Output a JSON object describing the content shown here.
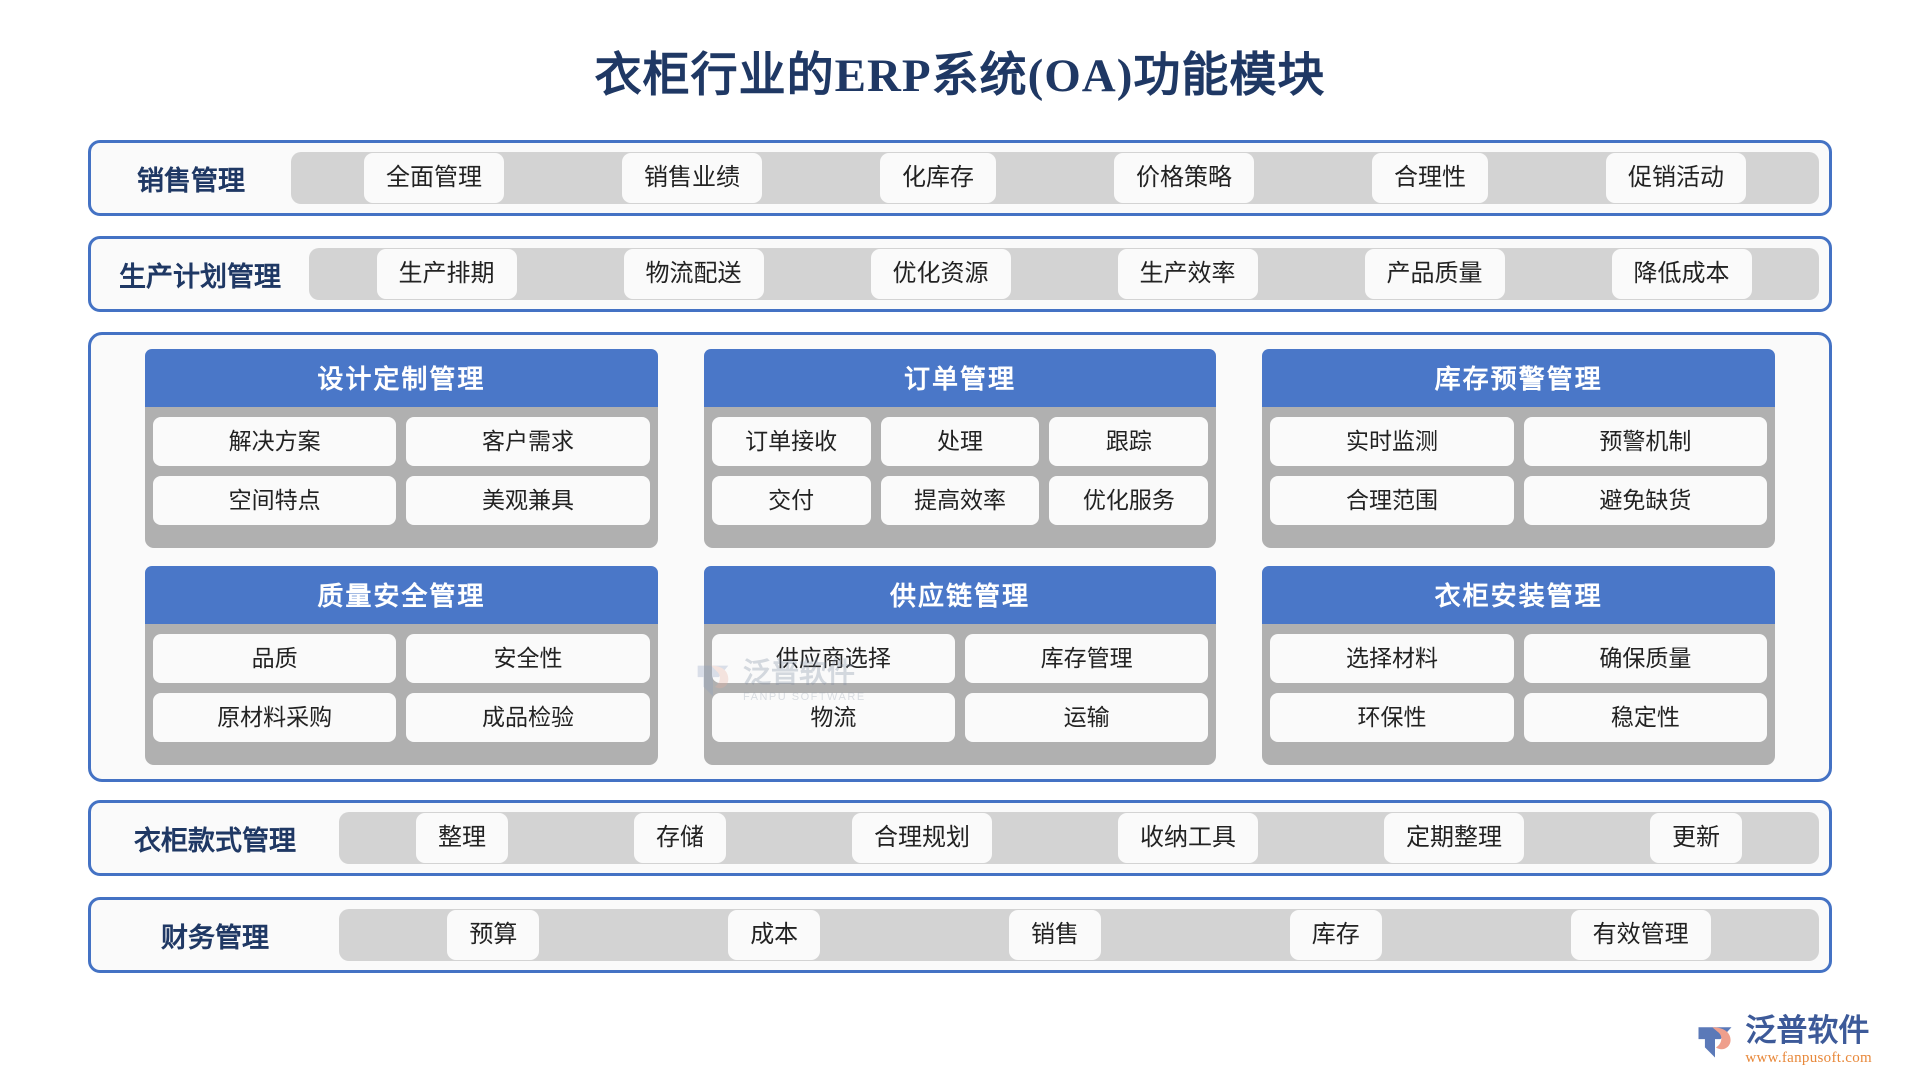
{
  "title": "衣柜行业的ERP系统(OA)功能模块",
  "colors": {
    "title_navy": "#1f3864",
    "border_blue": "#4472c4",
    "header_blue": "#4a77c8",
    "pill_tray_gray": "#d3d3d3",
    "card_body_gray": "#b0b0b0",
    "pill_white": "#fafafa",
    "logo_orange": "#e8883a"
  },
  "top_rows": [
    {
      "label": "销售管理",
      "items": [
        "全面管理",
        "销售业绩",
        "化库存",
        "价格策略",
        "合理性",
        "促销活动"
      ]
    },
    {
      "label": "生产计划管理",
      "items": [
        "生产排期",
        "物流配送",
        "优化资源",
        "生产效率",
        "产品质量",
        "降低成本"
      ]
    }
  ],
  "cards": [
    {
      "header": "设计定制管理",
      "rows": [
        [
          "解决方案",
          "客户需求"
        ],
        [
          "空间特点",
          "美观兼具"
        ]
      ]
    },
    {
      "header": "订单管理",
      "rows": [
        [
          "订单接收",
          "处理",
          "跟踪"
        ],
        [
          "交付",
          "提高效率",
          "优化服务"
        ]
      ]
    },
    {
      "header": "库存预警管理",
      "rows": [
        [
          "实时监测",
          "预警机制"
        ],
        [
          "合理范围",
          "避免缺货"
        ]
      ]
    },
    {
      "header": "质量安全管理",
      "rows": [
        [
          "品质",
          "安全性"
        ],
        [
          "原材料采购",
          "成品检验"
        ]
      ]
    },
    {
      "header": "供应链管理",
      "rows": [
        [
          "供应商选择",
          "库存管理"
        ],
        [
          "物流",
          "运输"
        ]
      ]
    },
    {
      "header": "衣柜安装管理",
      "rows": [
        [
          "选择材料",
          "确保质量"
        ],
        [
          "环保性",
          "稳定性"
        ]
      ]
    }
  ],
  "bottom_rows": [
    {
      "label": "衣柜款式管理",
      "items": [
        "整理",
        "存储",
        "合理规划",
        "收纳工具",
        "定期整理",
        "更新"
      ]
    },
    {
      "label": "财务管理",
      "items": [
        "预算",
        "成本",
        "销售",
        "库存",
        "有效管理"
      ]
    }
  ],
  "watermark": {
    "cn": "泛普软件",
    "en": "FANPU SOFTWARE"
  },
  "logo": {
    "cn": "泛普软件",
    "url": "www.fanpusoft.com"
  }
}
